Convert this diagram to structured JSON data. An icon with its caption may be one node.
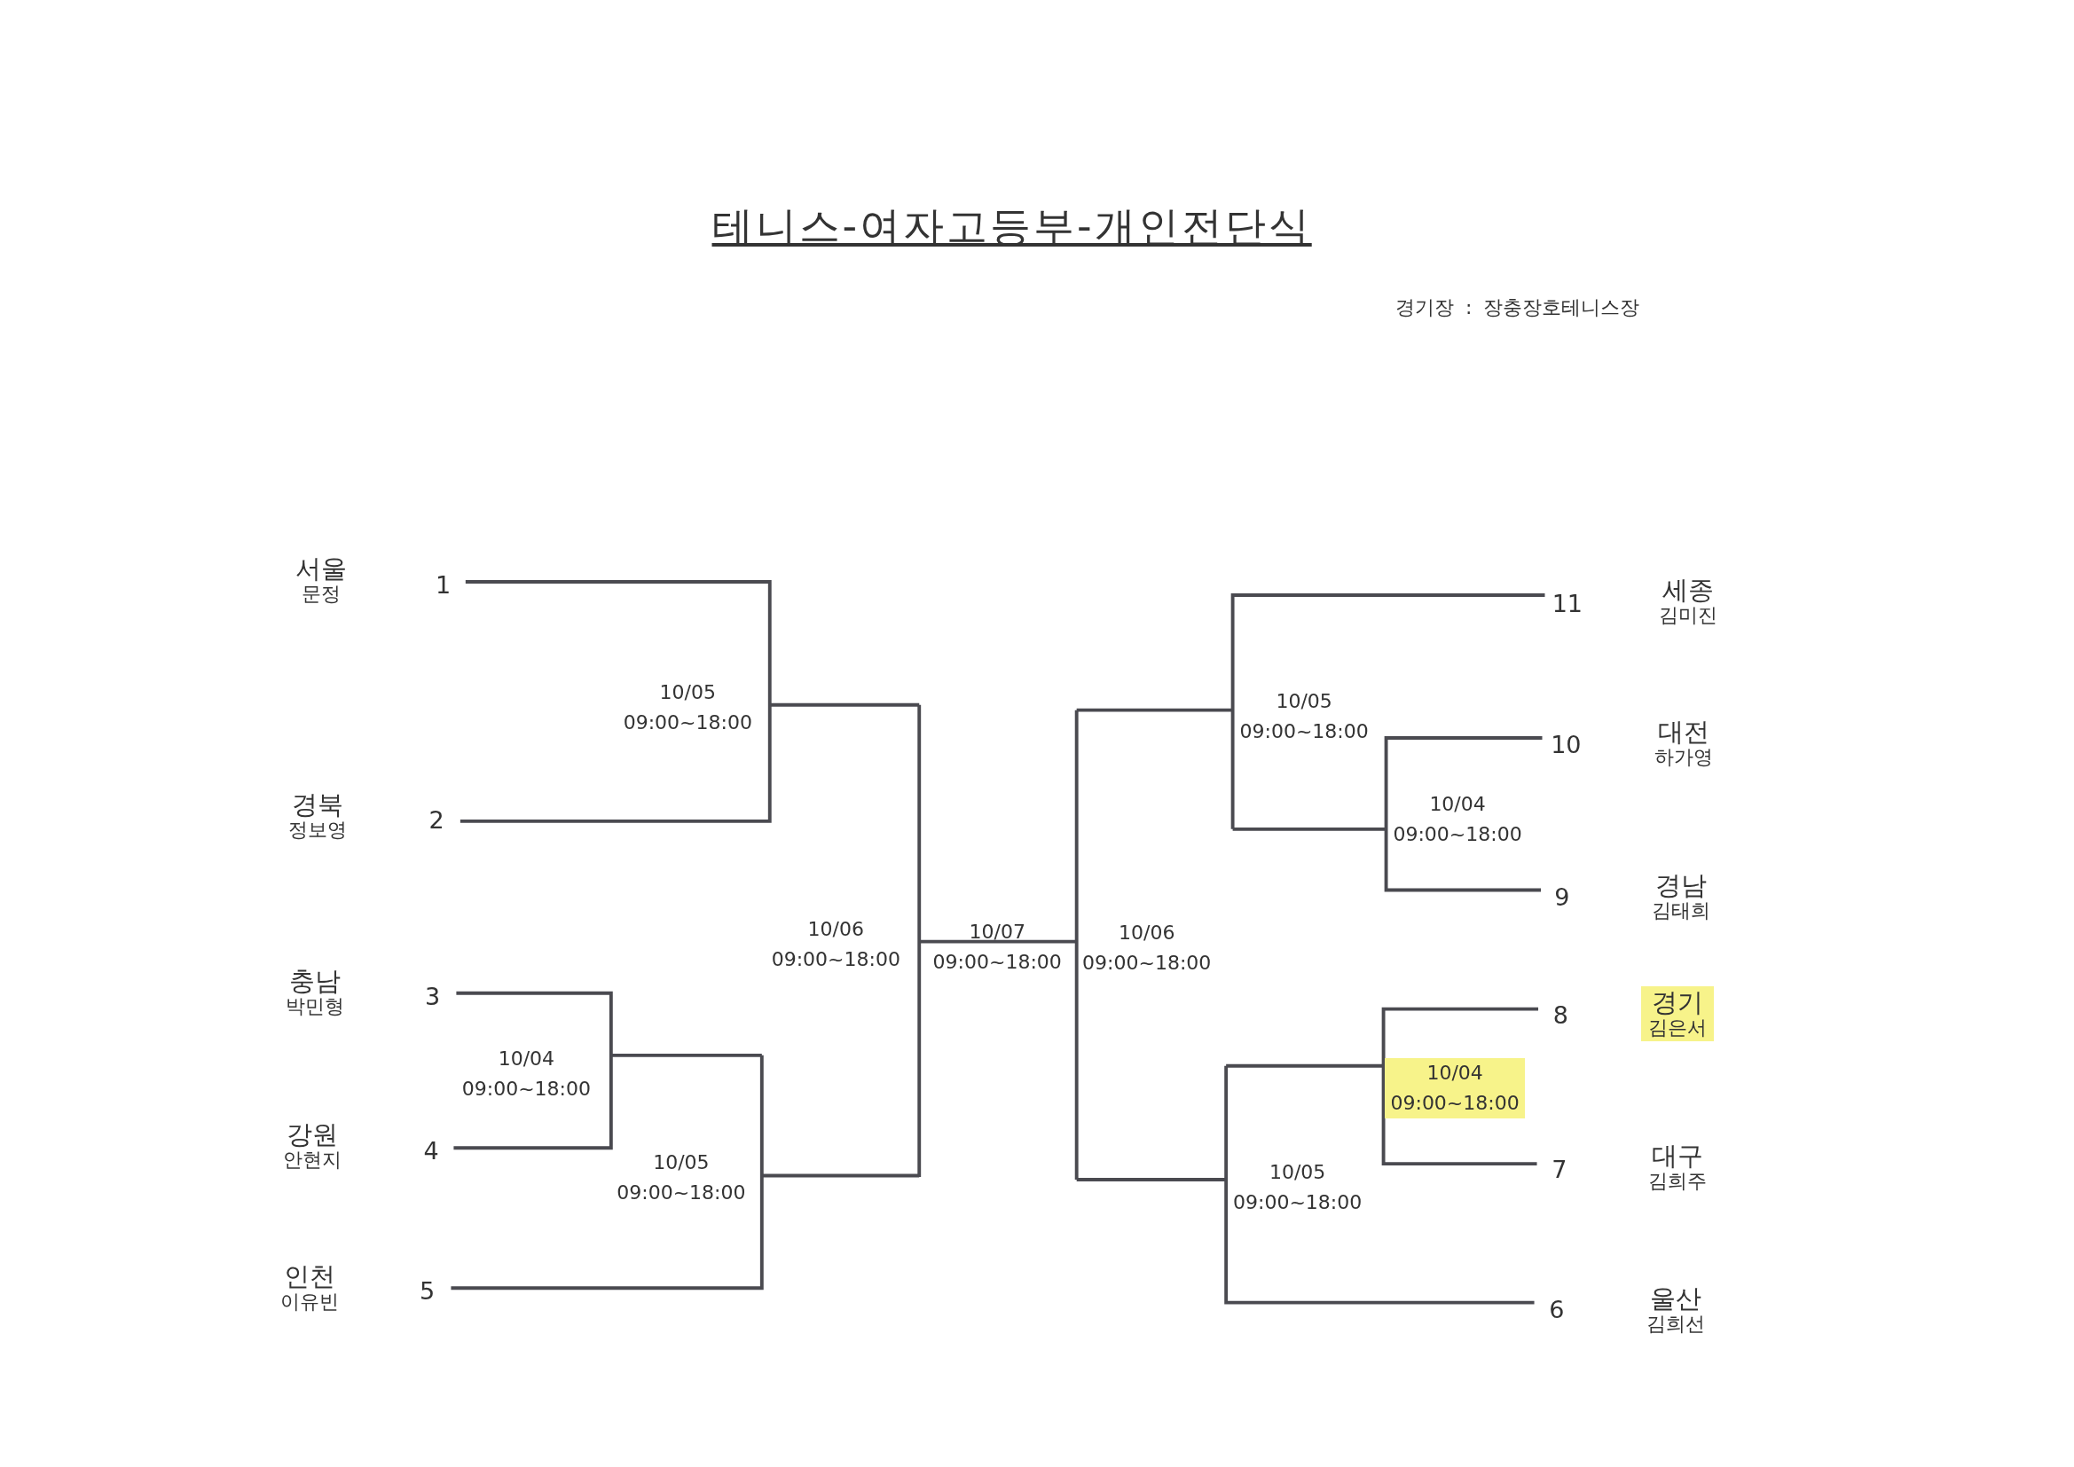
{
  "diagram": {
    "title": "테니스-여자고등부-개인전단식",
    "nodes": [
      {
        "text": [
          "서울",
          "문정"
        ],
        "beside": [
          "1"
        ]
      },
      {
        "text": [
          "경북",
          "정보영"
        ],
        "beside": [
          "2"
        ]
      },
      {
        "text": [
          "충남",
          "박민형"
        ],
        "beside": [
          "3"
        ]
      },
      {
        "text": [
          "강원",
          "안현지"
        ],
        "beside": [
          "4"
        ]
      },
      {
        "text": [
          "인천",
          "이유빈"
        ],
        "beside": [
          "5"
        ]
      },
      {
        "text": [
          "세종",
          "김미진"
        ],
        "beside": [
          "11"
        ]
      },
      {
        "text": [
          "대전",
          "하가영"
        ],
        "beside": [
          "10"
        ]
      },
      {
        "text": [
          "경남",
          "김태희"
        ],
        "beside": [
          "9"
        ]
      },
      {
        "text": [
          "경기",
          "김은서"
        ],
        "beside": [
          "8"
        ]
      },
      {
        "text": [
          "대구",
          "김희주"
        ],
        "beside": [
          "7"
        ]
      },
      {
        "text": [
          "울산",
          "김희선"
        ],
        "beside": [
          "6"
        ]
      }
    ],
    "labels": [
      "경기장 : 장충장호테니스장",
      "10/05 09:00~18:00",
      "10/05 09:00~18:00",
      "10/04 09:00~18:00",
      "10/06 09:00~18:00",
      "10/07 09:00~18:00",
      "10/06 09:00~18:00",
      "10/04 09:00~18:00",
      "10/04 09:00~18:00",
      "10/05 09:00~18:00",
      "10/05 09:00~18:00"
    ]
  }
}
